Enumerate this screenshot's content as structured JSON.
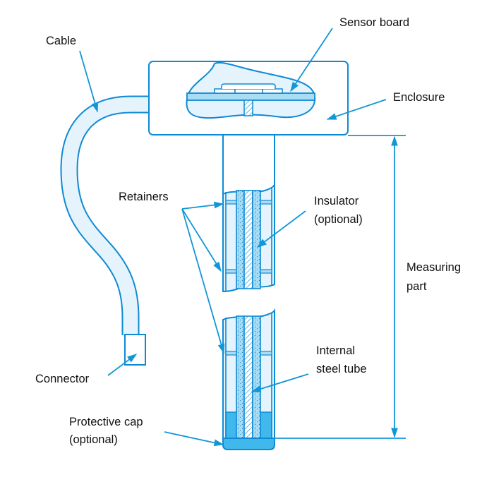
{
  "diagram": {
    "title": "Sensor probe structure",
    "colors": {
      "outline": "#0e8ad4",
      "light_fill": "#e4f3fc",
      "board_fill": "#a9dcf5",
      "insulator_fill": "#a9dcf5",
      "cap_fill": "#41b8ec",
      "text": "#111111"
    },
    "labels": {
      "sensor_board": "Sensor board",
      "cable": "Cable",
      "enclosure": "Enclosure",
      "retainers": "Retainers",
      "insulator_line1": "Insulator",
      "insulator_line2": "(optional)",
      "measuring_line1": "Measuring",
      "measuring_line2": "part",
      "internal_line1": "Internal",
      "internal_line2": "steel tube",
      "connector": "Connector",
      "cap_line1": "Protective cap",
      "cap_line2": "(optional)"
    }
  }
}
